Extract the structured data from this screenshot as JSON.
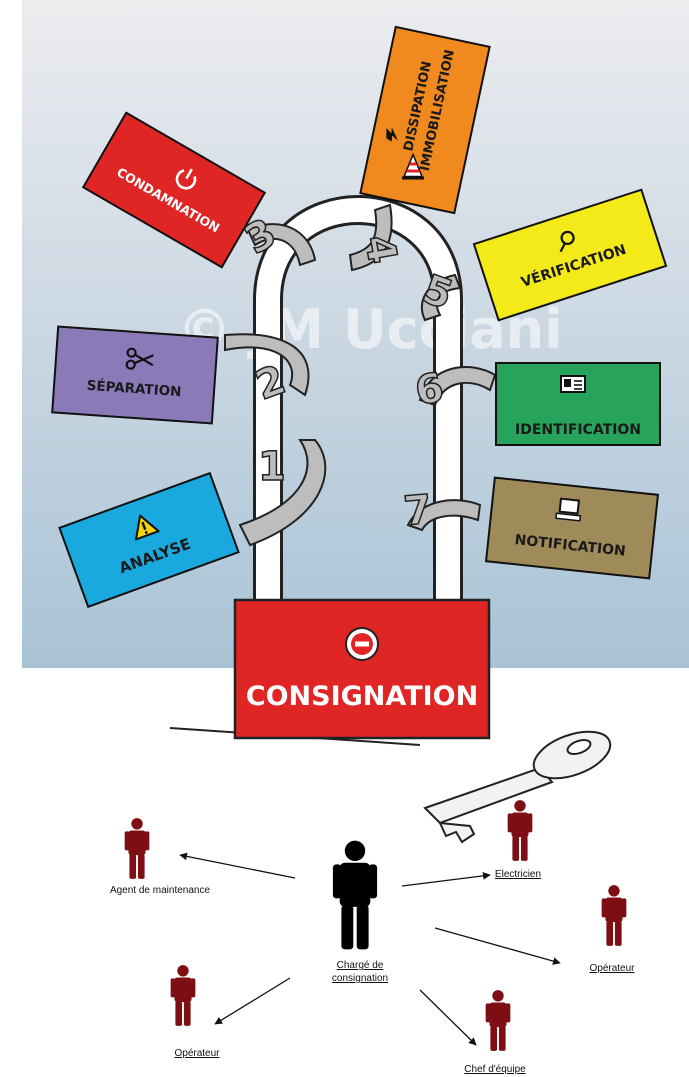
{
  "watermark": "© JM Ucciani",
  "padlock": {
    "label": "CONSIGNATION"
  },
  "steps": [
    {
      "number": "1",
      "label": "ANALYSE",
      "icon": "warning-icon",
      "color": "#19a9de"
    },
    {
      "number": "2",
      "label": "SÉPARATION",
      "icon": "scissors-icon",
      "color": "#8a7ab8"
    },
    {
      "number": "3",
      "label": "CONDAMNATION",
      "icon": "power-icon",
      "color": "#e02525"
    },
    {
      "number": "4",
      "label_lines": [
        "DISSIPATION",
        "IMMOBILISATION"
      ],
      "icon": "cone-icon",
      "color": "#f08a1e"
    },
    {
      "number": "5",
      "label": "VÉRIFICATION",
      "icon": "magnifier-icon",
      "color": "#f4ea1a"
    },
    {
      "number": "6",
      "label": "IDENTIFICATION",
      "icon": "id-card-icon",
      "color": "#27a35b"
    },
    {
      "number": "7",
      "label": "NOTIFICATION",
      "icon": "computer-icon",
      "color": "#9f8a5a"
    }
  ],
  "roles": {
    "center": {
      "label_lines": [
        "Chargé de",
        "consignation"
      ],
      "color": "#000000"
    },
    "others": [
      {
        "label": "Agent de maintenance",
        "color": "#7d0f14"
      },
      {
        "label": "Electricien",
        "color": "#7d0f14"
      },
      {
        "label": "Opérateur",
        "color": "#7d0f14"
      },
      {
        "label": "Opérateur",
        "color": "#7d0f14"
      },
      {
        "label": "Chef d'équipe",
        "color": "#7d0f14"
      }
    ]
  }
}
